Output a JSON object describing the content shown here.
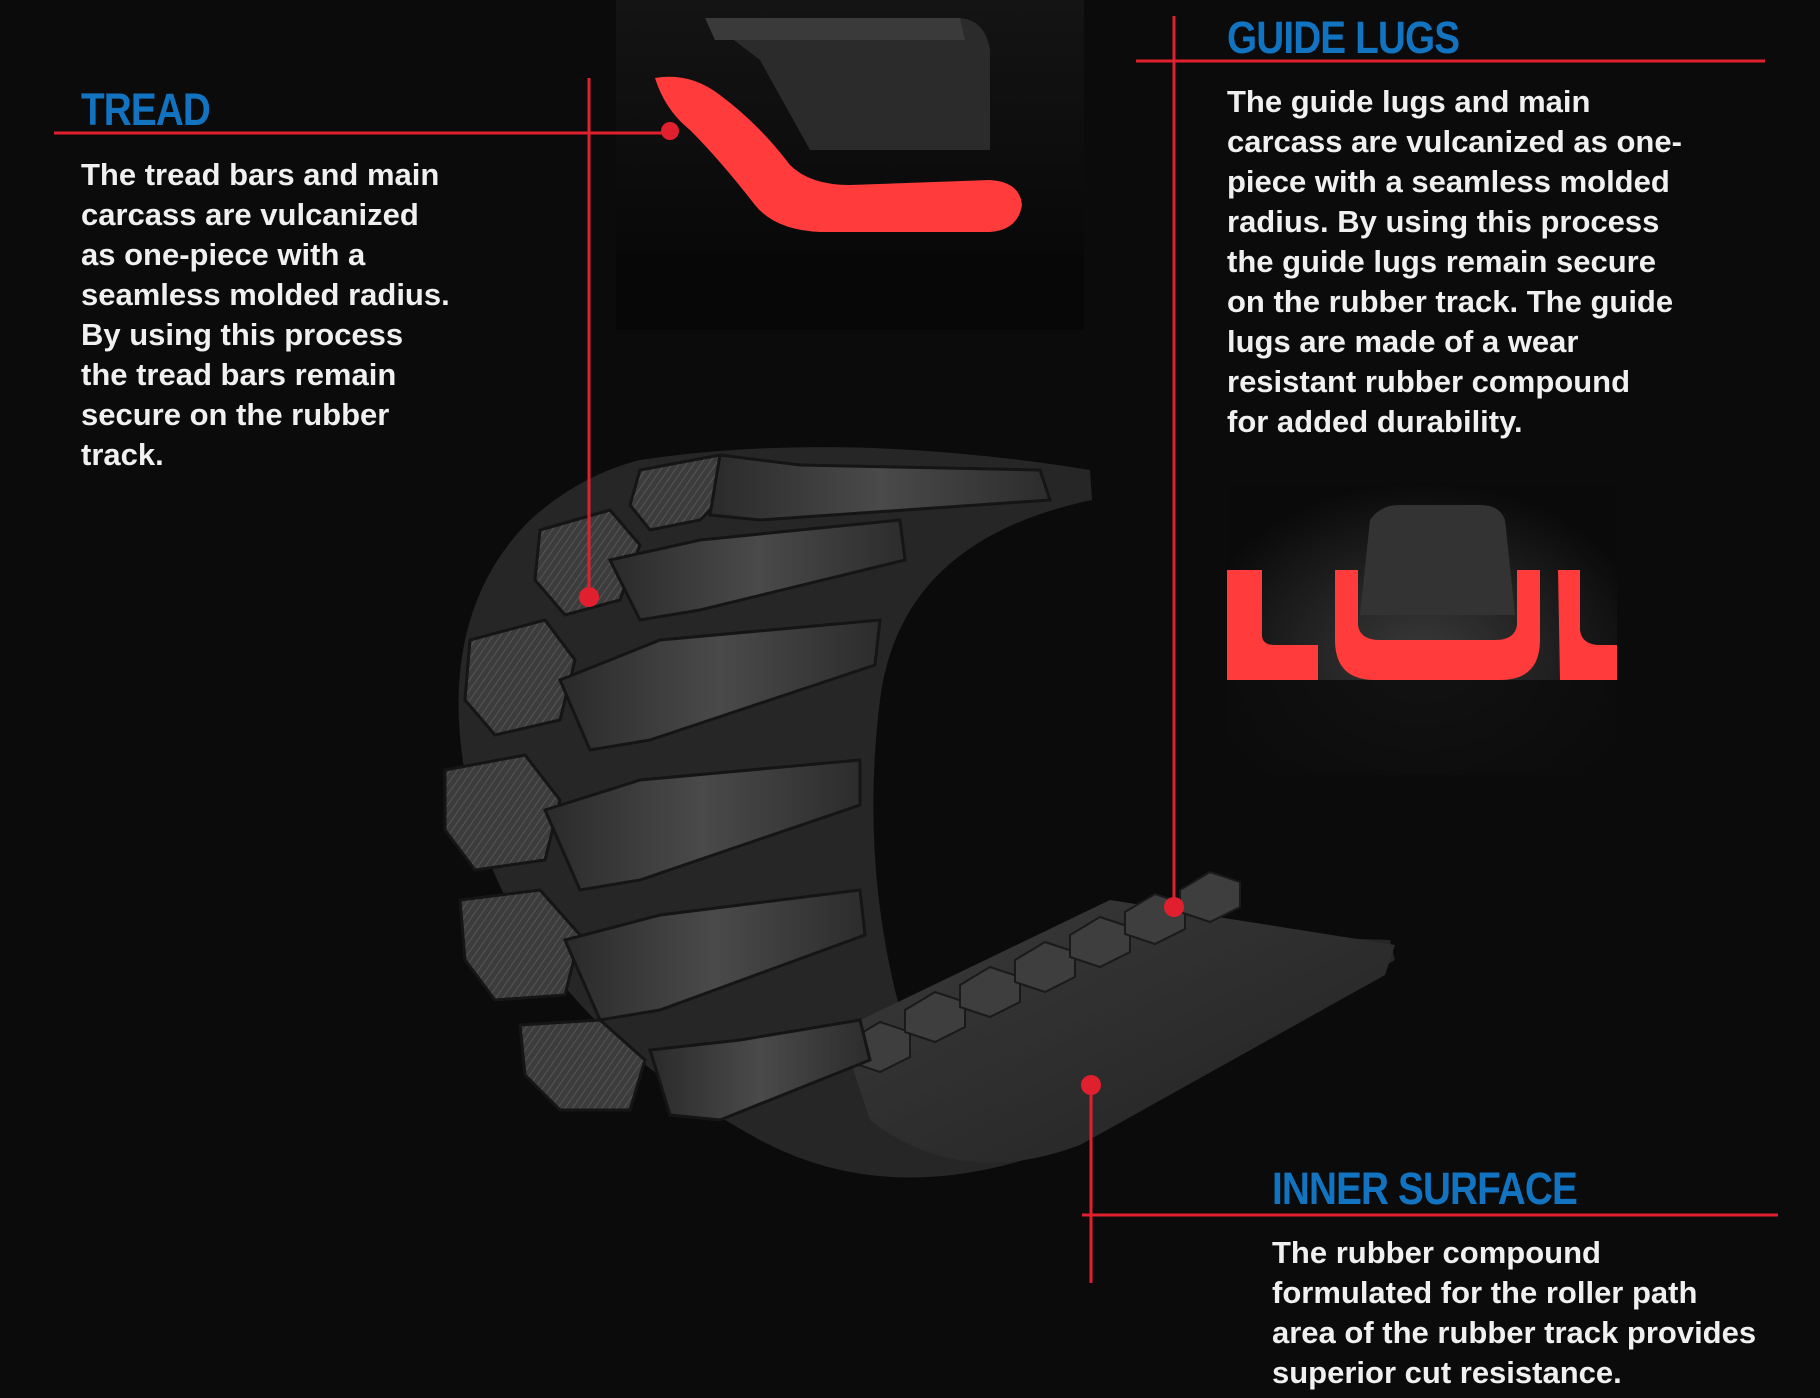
{
  "callouts": {
    "tread": {
      "title": "TREAD",
      "text": "The tread bars and main\ncarcass are vulcanized\nas one-piece with a\nseamless molded radius.\nBy using this process\nthe tread bars remain\nsecure on the rubber\ntrack."
    },
    "guide_lugs": {
      "title": "GUIDE LUGS",
      "text": "The guide lugs and main\ncarcass are vulcanized as one-\npiece with a seamless molded\nradius. By using this process\nthe guide lugs remain secure\non the rubber track. The guide\nlugs are made of a wear\nresistant rubber compound\nfor added durability."
    },
    "inner_surface": {
      "title": "INNER SURFACE",
      "text": "The rubber compound\nformulated for the roller path\narea of the rubber track provides\nsuperior cut resistance."
    }
  },
  "colors": {
    "background": "#0b0b0b",
    "heading": "#1273c1",
    "leader_line": "#e0202e",
    "highlight": "#ff3b3b",
    "rubber": "#2e2e2e"
  }
}
